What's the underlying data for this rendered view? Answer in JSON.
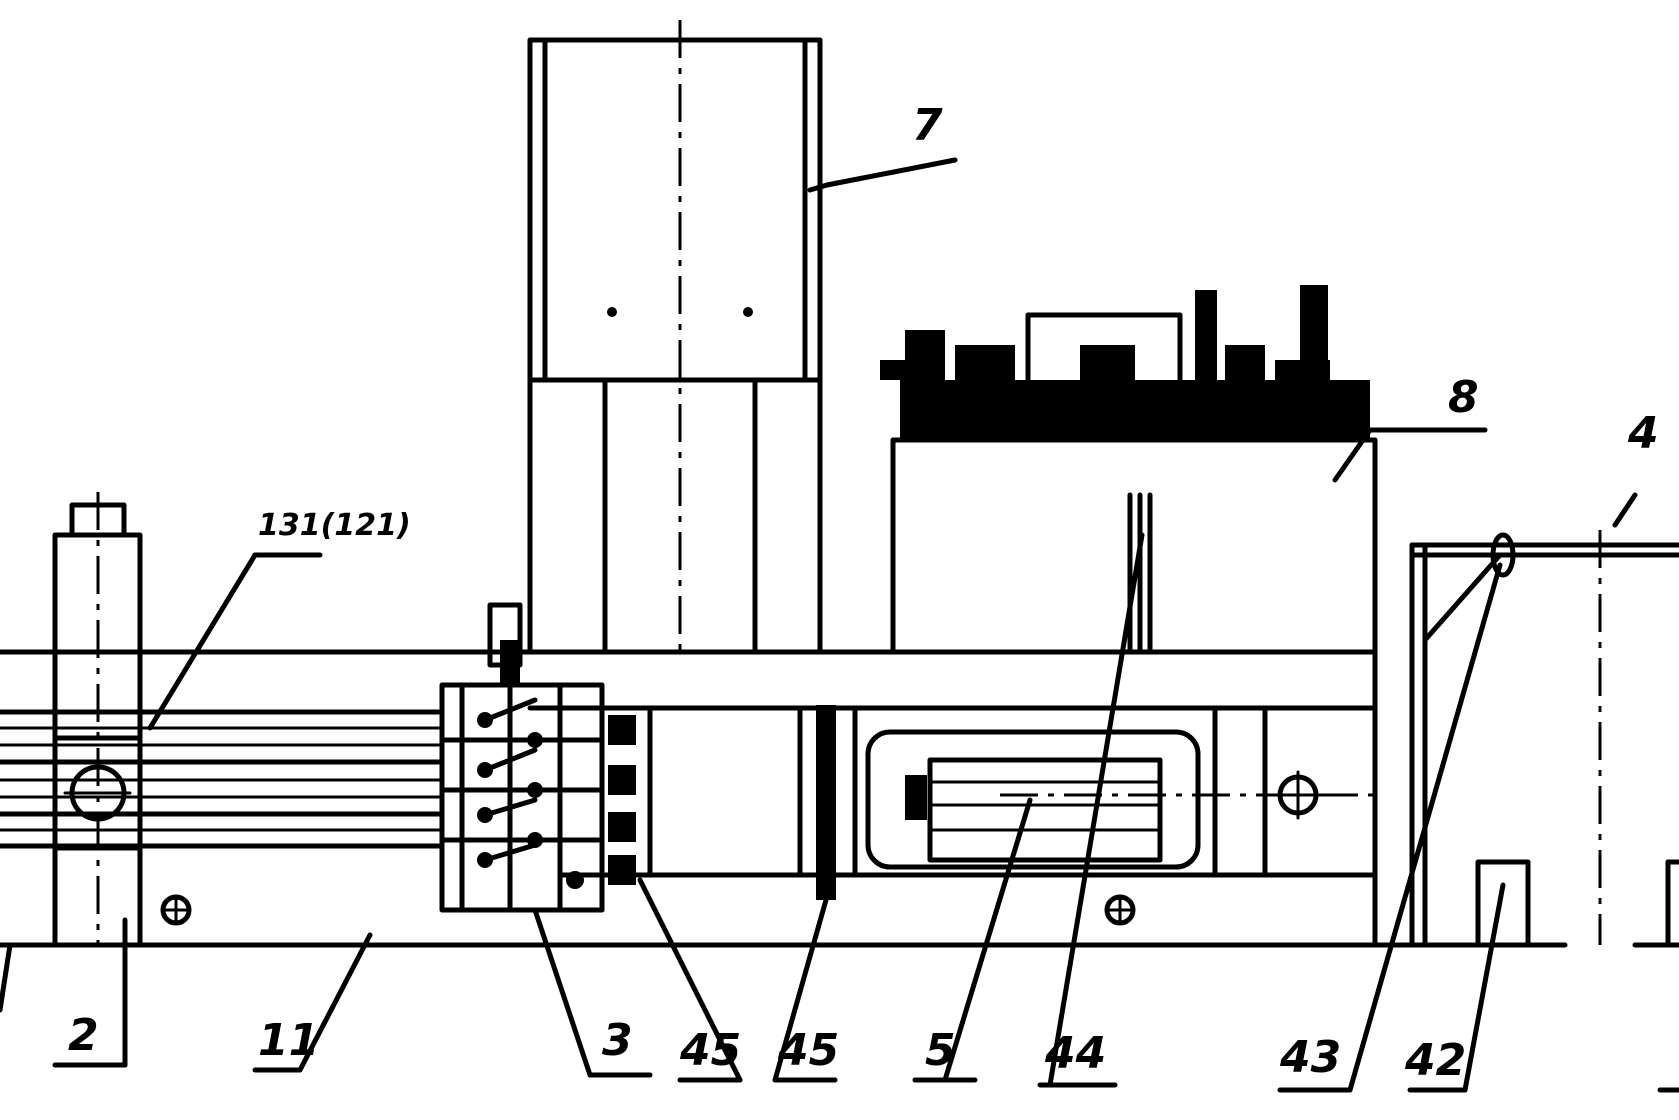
{
  "labels": {
    "tower": "7",
    "hydraulic_box": "8",
    "right_unit": "4",
    "bars_ref": "131(121)",
    "clamp": "2",
    "base": "11",
    "jaw": "3",
    "part_45a": "45",
    "part_45b": "45",
    "motor": "5",
    "part_44": "44",
    "part_43": "43",
    "part_42": "42"
  }
}
